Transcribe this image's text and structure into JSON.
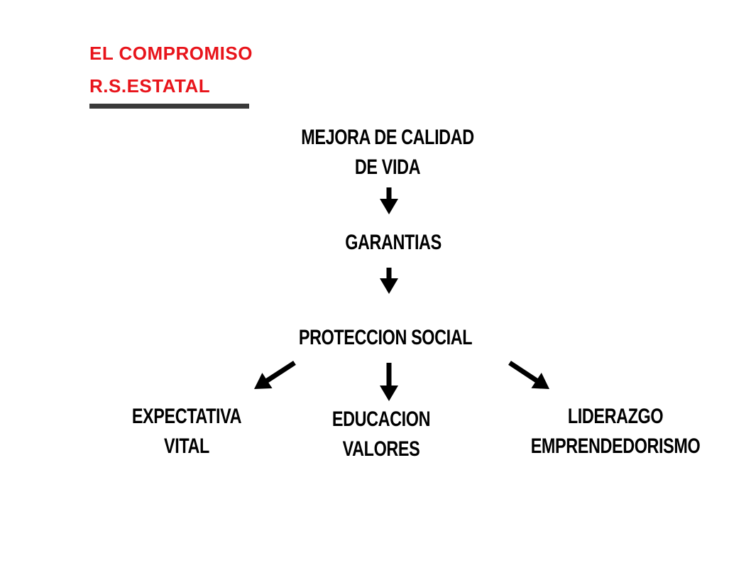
{
  "title": {
    "line1": "EL COMPROMISO",
    "line2": "R.S.ESTATAL"
  },
  "colors": {
    "title": "#e8141b",
    "underline": "#3a3a3a",
    "text": "#000000",
    "arrow": "#000000"
  },
  "nodes": {
    "mejora": {
      "lines": [
        "MEJORA DE CALIDAD",
        "DE VIDA"
      ]
    },
    "garantias": {
      "lines": [
        "GARANTIAS"
      ]
    },
    "proteccion": {
      "lines": [
        "PROTECCION SOCIAL"
      ]
    },
    "expectativa": {
      "lines": [
        "EXPECTATIVA",
        "VITAL"
      ]
    },
    "educacion": {
      "lines": [
        "EDUCACION",
        "VALORES"
      ]
    },
    "liderazgo": {
      "lines": [
        "LIDERAZGO",
        "EMPRENDEDORISMO"
      ]
    }
  },
  "edges": [
    {
      "from": "mejora",
      "to": "garantias"
    },
    {
      "from": "garantias",
      "to": "proteccion"
    },
    {
      "from": "proteccion",
      "to": "expectativa"
    },
    {
      "from": "proteccion",
      "to": "educacion"
    },
    {
      "from": "proteccion",
      "to": "liderazgo"
    }
  ]
}
